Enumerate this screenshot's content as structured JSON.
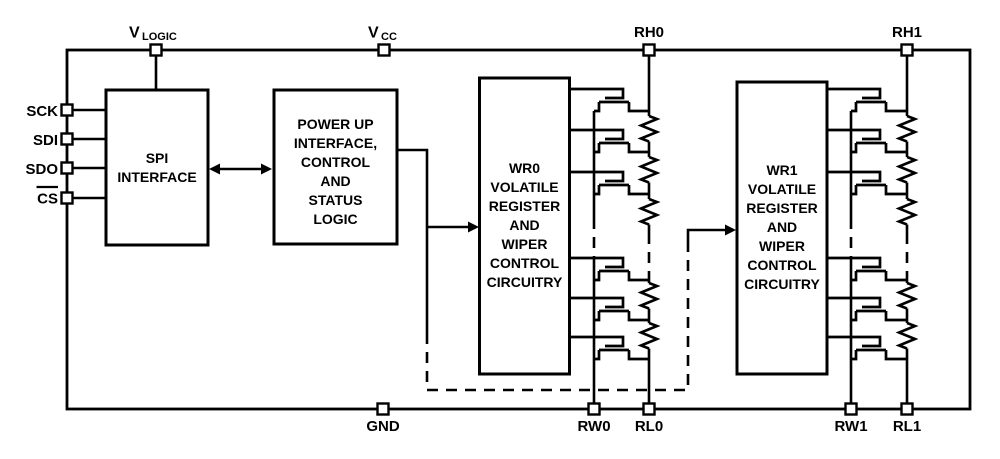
{
  "pins": {
    "vlogic": {
      "main": "V",
      "sub": "LOGIC"
    },
    "vcc": {
      "main": "V",
      "sub": "CC"
    },
    "rh0": "RH0",
    "rh1": "RH1",
    "sck": "SCK",
    "sdi": "SDI",
    "sdo": "SDO",
    "cs": "CS",
    "gnd": "GND",
    "rw0": "RW0",
    "rl0": "RL0",
    "rw1": "RW1",
    "rl1": "RL1"
  },
  "blocks": {
    "spi": {
      "lines": [
        "SPI",
        "INTERFACE"
      ]
    },
    "power": {
      "lines": [
        "POWER UP",
        "INTERFACE,",
        "CONTROL",
        "AND",
        "STATUS",
        "LOGIC"
      ]
    },
    "wr0": {
      "lines": [
        "WR0",
        "VOLATILE",
        "REGISTER",
        "AND",
        "WIPER",
        "CONTROL",
        "CIRCUITRY"
      ]
    },
    "wr1": {
      "lines": [
        "WR1",
        "VOLATILE",
        "REGISTER",
        "AND",
        "WIPER",
        "CONTROL",
        "CIRCUITRY"
      ]
    }
  },
  "colors": {
    "line": "#000000",
    "background": "#ffffff"
  }
}
